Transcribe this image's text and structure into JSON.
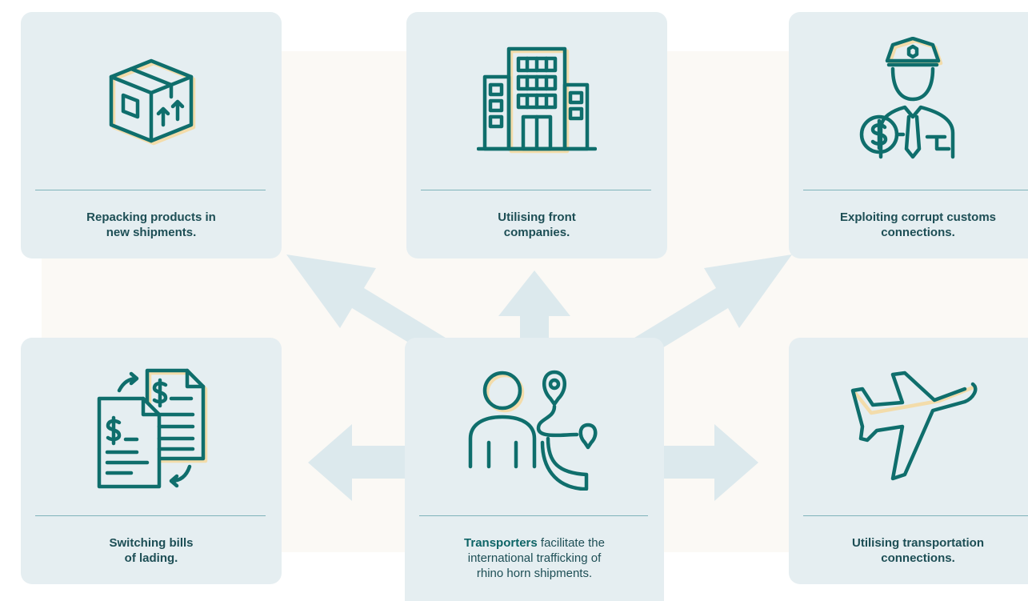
{
  "cards": {
    "repacking": {
      "line1": "Repacking products in",
      "line2": "new shipments.",
      "icon": "box-icon"
    },
    "front": {
      "line1": "Utilising front",
      "line2": "companies.",
      "icon": "office-building-icon"
    },
    "customs": {
      "line1": "Exploiting corrupt customs",
      "line2": "connections.",
      "icon": "corrupt-officer-icon"
    },
    "bills": {
      "line1": "Switching bills",
      "line2": "of lading.",
      "icon": "documents-swap-icon"
    },
    "transport": {
      "line1": "Utilising transportation",
      "line2": "connections.",
      "icon": "airplane-icon"
    },
    "center": {
      "bold": "Transporters",
      "line1_rest": " facilitate the",
      "line2": "international trafficking of",
      "line3": "rhino horn shipments.",
      "icon": "person-route-icon"
    }
  },
  "colors": {
    "card_bg": "#e5eef1",
    "arrow": "#dce9ed",
    "ink": "#0f6e6c",
    "backdrop": "#fbf9f5",
    "shadow": "#f3dcaa"
  }
}
